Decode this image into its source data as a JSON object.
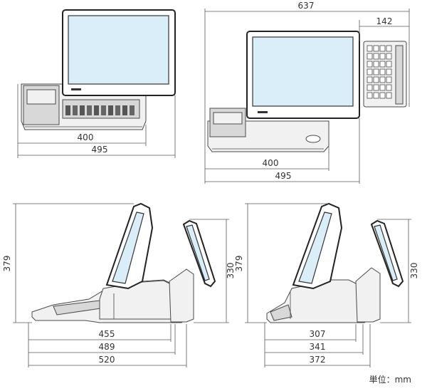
{
  "views": {
    "top_left": {
      "depth_inner": "400",
      "depth_total": "495"
    },
    "top_right": {
      "width_total": "637",
      "keypad_width": "142",
      "depth_inner": "400",
      "depth_total": "495"
    },
    "bottom_left": {
      "height_left": "379",
      "height_right": "330",
      "dim1": "455",
      "dim2": "489",
      "dim3": "520"
    },
    "bottom_right": {
      "height_left": "379",
      "height_right": "330",
      "dim1": "307",
      "dim2": "341",
      "dim3": "372"
    }
  },
  "unit_label": "単位：mm"
}
